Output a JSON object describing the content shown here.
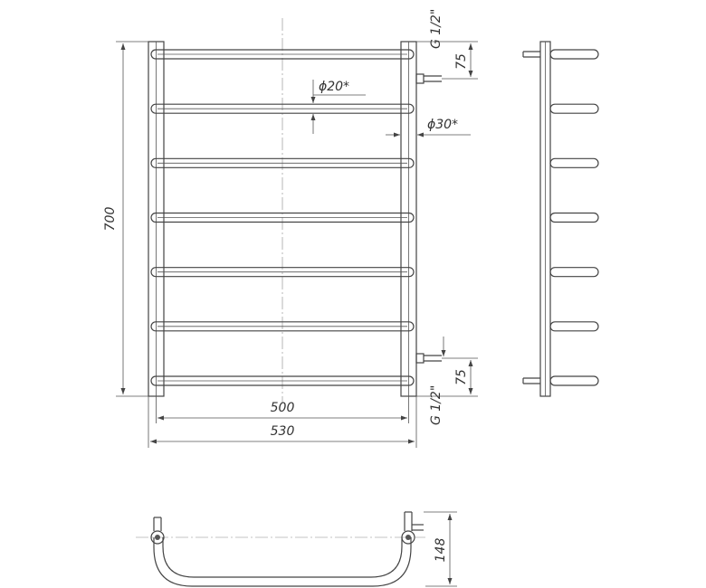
{
  "drawing": {
    "type": "technical-drawing",
    "subject": "towel warmer ladder",
    "rail_count": 7,
    "dimensions": {
      "height": "700",
      "inner_width": "500",
      "outer_width": "530",
      "depth": "148",
      "connection_offset_top": "75",
      "connection_offset_bottom": "75",
      "rail_diameter": "ϕ20*",
      "post_diameter": "ϕ30*",
      "thread_top": "G 1/2\"",
      "thread_bottom": "G 1/2\""
    }
  }
}
